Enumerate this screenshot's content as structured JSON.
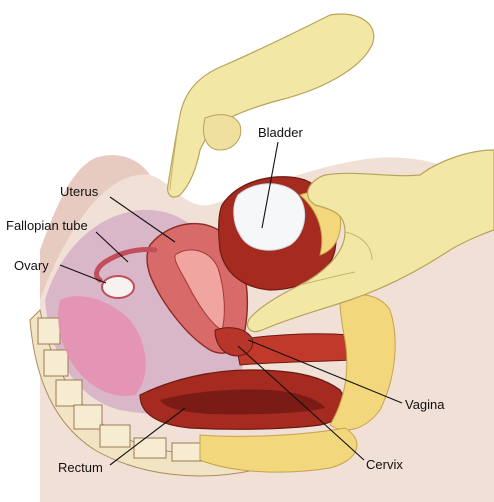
{
  "labels": {
    "bladder": "Bladder",
    "uterus": "Uterus",
    "fallopian_tube": "Fallopian tube",
    "ovary": "Ovary",
    "vagina": "Vagina",
    "cervix": "Cervix",
    "rectum": "Rectum"
  },
  "colors": {
    "background": "#ffffff",
    "skin": "#f1e0d6",
    "glove": "#f3e7a6",
    "pelvic_cavity": "#d9b7c9",
    "uterus": "#d86a6a",
    "muscle_dark": "#a52a20",
    "bone": "#f0e4c4",
    "fat": "#f3d77c",
    "bladder_fill": "#f6f7f9"
  }
}
